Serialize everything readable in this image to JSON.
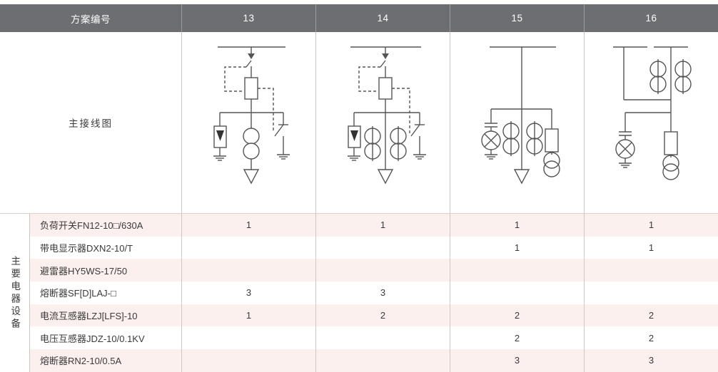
{
  "header": {
    "name_label": "方案编号",
    "columns": [
      "13",
      "14",
      "15",
      "16"
    ]
  },
  "diagram_row": {
    "label": "主接线图"
  },
  "group_label": "主要电器设备",
  "rows": [
    {
      "label": "负荷开关FN12-10□/630A",
      "values": [
        "1",
        "1",
        "1",
        "1"
      ]
    },
    {
      "label": "带电显示器DXN2-10/T",
      "values": [
        "",
        "",
        "1",
        "1"
      ]
    },
    {
      "label": "避雷器HY5WS-17/50",
      "values": [
        "",
        "",
        "",
        ""
      ]
    },
    {
      "label": "熔断器SF[D]LAJ-□",
      "values": [
        "3",
        "3",
        "",
        ""
      ]
    },
    {
      "label": "电流互感器LZJ[LFS]-10",
      "values": [
        "1",
        "2",
        "2",
        "2"
      ]
    },
    {
      "label": "电压互感器JDZ-10/0.1KV",
      "values": [
        "",
        "",
        "2",
        "2"
      ]
    },
    {
      "label": "熔断器RN2-10/0.5A",
      "values": [
        "",
        "",
        "3",
        "3"
      ]
    }
  ],
  "colors": {
    "header_bg": "#6d6e71",
    "row_odd": "#fbf0ee",
    "row_even": "#ffffff",
    "border": "#ccc6c4",
    "text": "#3a3a3a",
    "line": "#555555"
  },
  "diagrams": {
    "13": {
      "elements": [
        "busbar",
        "load-break-switch",
        "fuse",
        "surge-arrester",
        "current-transformer",
        "earthing-switch",
        "cable-terminal"
      ]
    },
    "14": {
      "elements": [
        "busbar",
        "load-break-switch",
        "fuse",
        "surge-arrester",
        "current-transformer",
        "current-transformer",
        "earthing-switch",
        "cable-terminal"
      ]
    },
    "15": {
      "elements": [
        "busbar",
        "live-display",
        "current-transformer",
        "current-transformer",
        "fuse",
        "voltage-transformer",
        "cable-terminal"
      ]
    },
    "16": {
      "elements": [
        "busbar",
        "current-transformer",
        "current-transformer",
        "live-display",
        "fuse",
        "voltage-transformer"
      ]
    }
  }
}
